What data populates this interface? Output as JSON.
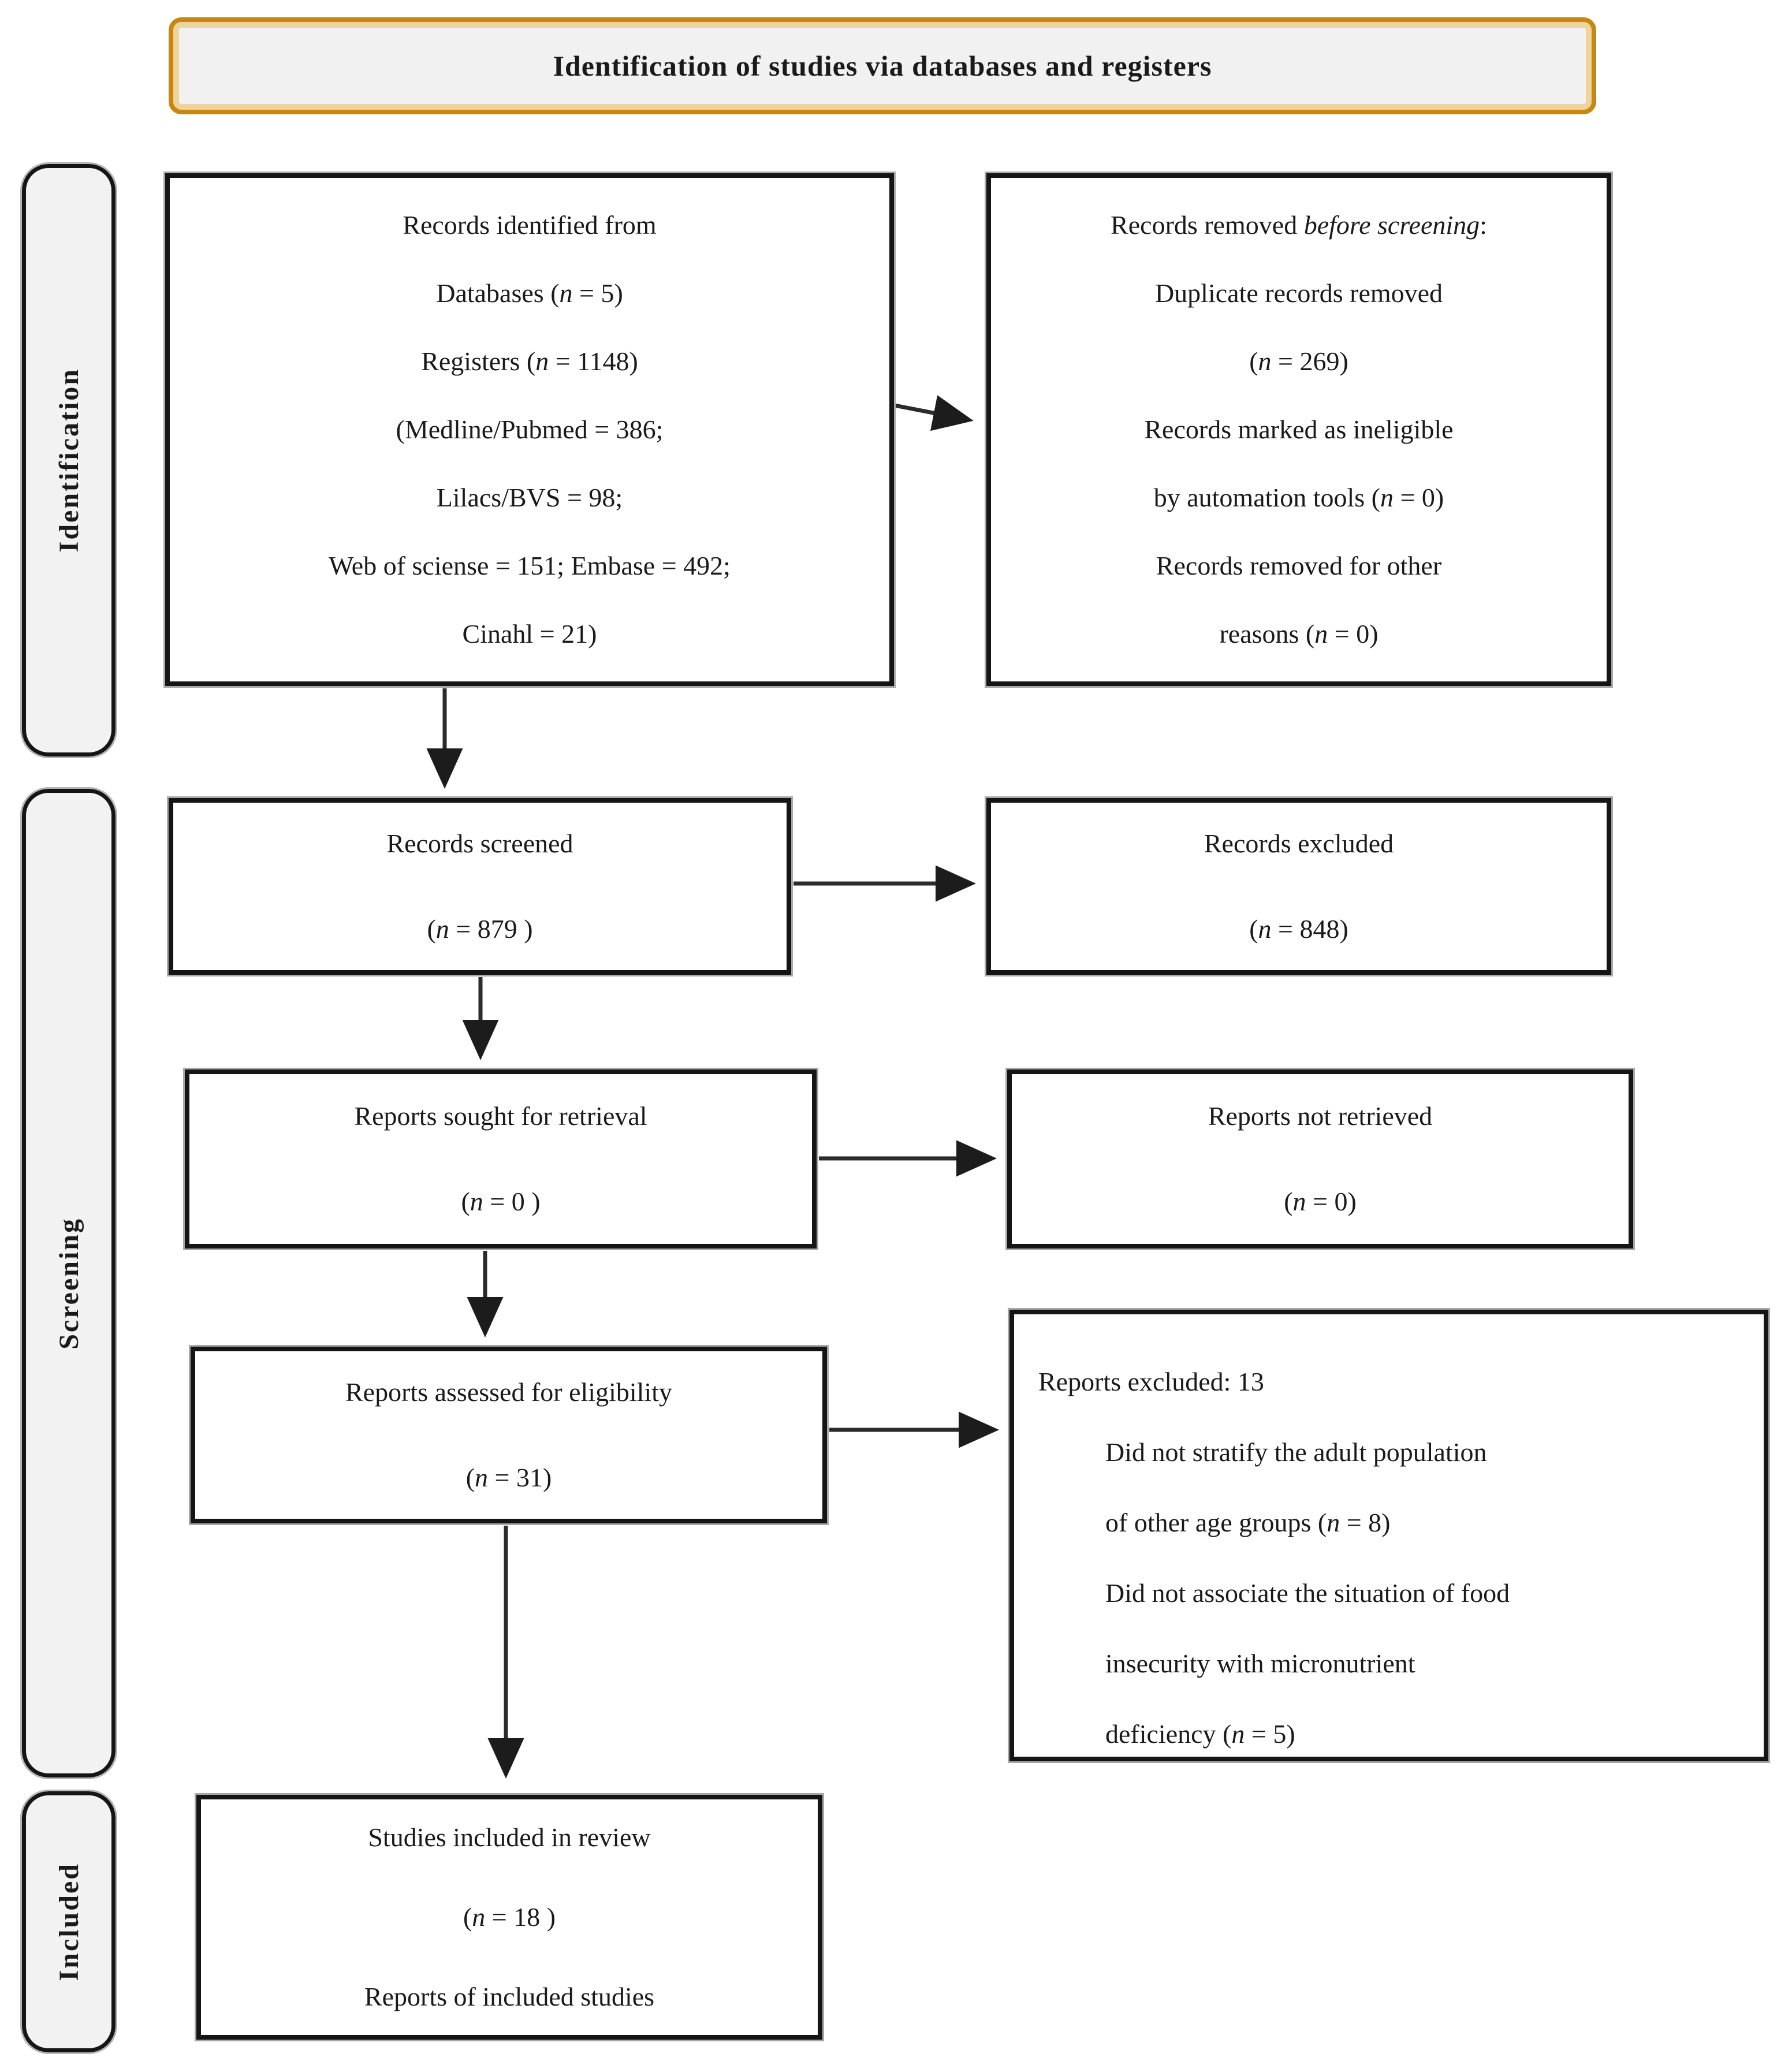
{
  "title": "Identification of studies via databases and registers",
  "sidebar": {
    "identification": "Identification",
    "screening": "Screening",
    "included": "Included"
  },
  "colors": {
    "title_border": "#C8870D",
    "title_inner_band": "#EDD3A0",
    "panel_fill": "#F2F2F2",
    "box_border": "#151515",
    "arrow": "#2b2b2b",
    "text": "#1a1a1a"
  },
  "boxes": {
    "records_identified": {
      "lines": [
        "Records identified from",
        {
          "seg": [
            {
              "t": "Databases ("
            },
            {
              "t": "n",
              "i": 1
            },
            {
              "t": " = 5)"
            }
          ]
        },
        {
          "seg": [
            {
              "t": "Registers ("
            },
            {
              "t": "n",
              "i": 1
            },
            {
              "t": " = 1148)"
            }
          ]
        },
        "(Medline/Pubmed = 386;",
        "Lilacs/BVS = 98;",
        "Web of sciense = 151; Embase = 492;",
        "Cinahl = 21)"
      ]
    },
    "records_removed": {
      "lines": [
        {
          "seg": [
            {
              "t": "Records removed "
            },
            {
              "t": "before screening",
              "i": 1
            },
            {
              "t": ":"
            }
          ]
        },
        "Duplicate records removed",
        {
          "seg": [
            {
              "t": "("
            },
            {
              "t": "n",
              "i": 1
            },
            {
              "t": " = 269)"
            }
          ]
        },
        "Records marked as ineligible",
        {
          "seg": [
            {
              "t": "by automation tools ("
            },
            {
              "t": "n",
              "i": 1
            },
            {
              "t": " = 0)"
            }
          ]
        },
        "Records removed for other",
        {
          "seg": [
            {
              "t": "reasons ("
            },
            {
              "t": "n",
              "i": 1
            },
            {
              "t": " = 0)"
            }
          ]
        }
      ]
    },
    "records_screened": {
      "lines": [
        "Records screened",
        {
          "seg": [
            {
              "t": "("
            },
            {
              "t": "n",
              "i": 1
            },
            {
              "t": " = 879 )"
            }
          ]
        }
      ]
    },
    "records_excluded": {
      "lines": [
        "Records excluded",
        {
          "seg": [
            {
              "t": "("
            },
            {
              "t": "n",
              "i": 1
            },
            {
              "t": " = 848)"
            }
          ]
        }
      ]
    },
    "reports_sought": {
      "lines": [
        "Reports sought for retrieval",
        {
          "seg": [
            {
              "t": "("
            },
            {
              "t": "n",
              "i": 1
            },
            {
              "t": " = 0 )"
            }
          ]
        }
      ]
    },
    "reports_not_retrieved": {
      "lines": [
        "Reports not retrieved",
        {
          "seg": [
            {
              "t": "("
            },
            {
              "t": "n",
              "i": 1
            },
            {
              "t": " = 0)"
            }
          ]
        }
      ]
    },
    "reports_assessed": {
      "lines": [
        "Reports assessed for eligibility",
        {
          "seg": [
            {
              "t": "("
            },
            {
              "t": "n",
              "i": 1
            },
            {
              "t": " = 31)"
            }
          ]
        }
      ]
    },
    "reports_excluded_reasons": {
      "lines": [
        {
          "seg": [
            {
              "t": "Reports excluded: 13"
            }
          ],
          "cls": "flush"
        },
        {
          "seg": [
            {
              "t": "Did not stratify the adult population"
            }
          ],
          "cls": "indent"
        },
        {
          "seg": [
            {
              "t": "of other age groups ("
            },
            {
              "t": "n",
              "i": 1
            },
            {
              "t": " = 8)"
            }
          ],
          "cls": "indent"
        },
        {
          "seg": [
            {
              "t": "Did not associate the situation of food"
            }
          ],
          "cls": "indent"
        },
        {
          "seg": [
            {
              "t": "insecurity with micronutrient"
            }
          ],
          "cls": "indent"
        },
        {
          "seg": [
            {
              "t": "deficiency ("
            },
            {
              "t": "n",
              "i": 1
            },
            {
              "t": " = 5)"
            }
          ],
          "cls": "indent"
        }
      ]
    },
    "studies_included": {
      "lines": [
        "Studies included in review",
        {
          "seg": [
            {
              "t": "("
            },
            {
              "t": "n",
              "i": 1
            },
            {
              "t": " = 18 )"
            }
          ]
        },
        "Reports of included studies"
      ]
    }
  }
}
